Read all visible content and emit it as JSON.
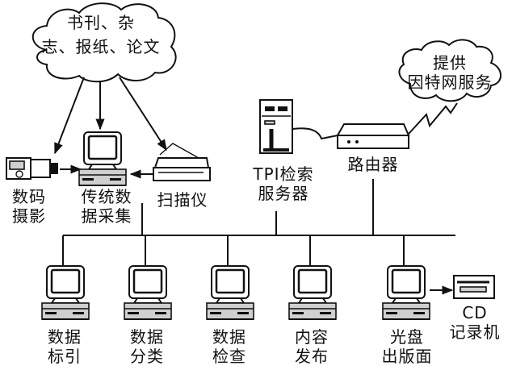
{
  "sources_cloud": {
    "line1": "书刊、杂",
    "line2": "志、报纸、论文"
  },
  "internet_cloud": {
    "line1": "提供",
    "line2": "因特网服务"
  },
  "camera": {
    "line1": "数码",
    "line2": "摄影"
  },
  "capture_pc": {
    "line1": "传统数",
    "line2": "据采集"
  },
  "scanner": {
    "line1": "扫描仪"
  },
  "server": {
    "line1": "TPI检索",
    "line2": "服务器"
  },
  "router": {
    "line1": "路由器"
  },
  "workstations": [
    {
      "line1": "数据",
      "line2": "标引"
    },
    {
      "line1": "数据",
      "line2": "分类"
    },
    {
      "line1": "数据",
      "line2": "检查"
    },
    {
      "line1": "内容",
      "line2": "发布"
    },
    {
      "line1": "光盘",
      "line2": "出版面"
    }
  ],
  "cd_recorder": {
    "line1": "CD",
    "line2": "记录机"
  }
}
